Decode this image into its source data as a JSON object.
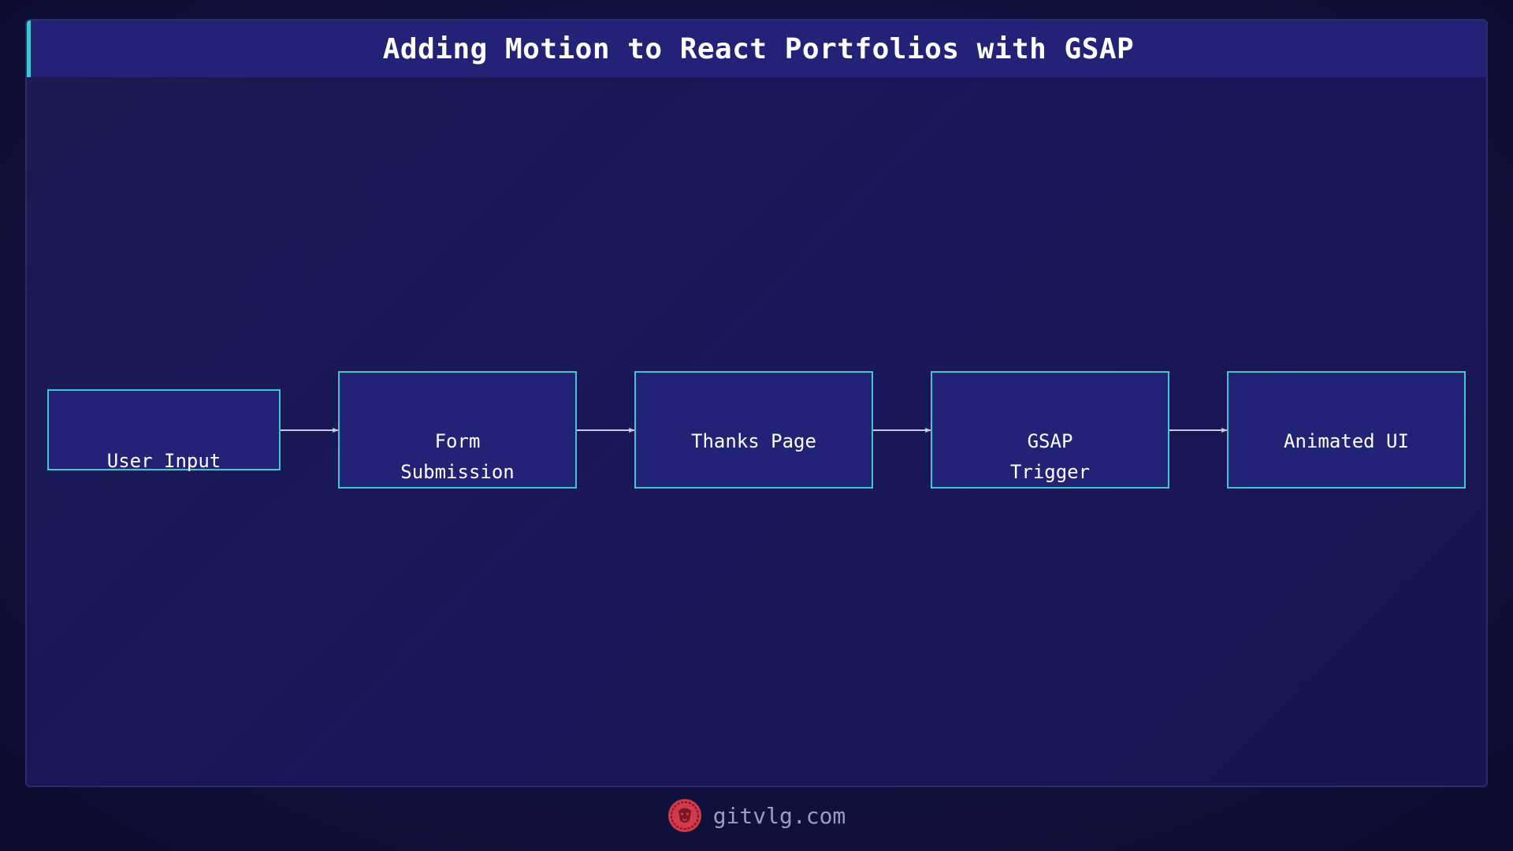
{
  "header": {
    "title": "Adding Motion to React Portfolios with GSAP"
  },
  "diagram": {
    "nodes": [
      {
        "id": "user-input",
        "label": "User Input"
      },
      {
        "id": "form-submission",
        "label": "Form\nSubmission"
      },
      {
        "id": "thanks-page",
        "label": "Thanks Page"
      },
      {
        "id": "gsap-trigger",
        "label": "GSAP\nTrigger"
      },
      {
        "id": "animated-ui",
        "label": "Animated UI"
      }
    ],
    "edges": [
      {
        "from": "user-input",
        "to": "form-submission"
      },
      {
        "from": "form-submission",
        "to": "thanks-page"
      },
      {
        "from": "thanks-page",
        "to": "gsap-trigger"
      },
      {
        "from": "gsap-trigger",
        "to": "animated-ui"
      }
    ]
  },
  "footer": {
    "site": "gitvlg.com",
    "logo_icon": "lion-logo-icon"
  },
  "colors": {
    "background": "#111140",
    "header_bg": "#222277",
    "accent": "#3fc8cf",
    "node_bg": "#222277",
    "arrow": "#c8c8dc",
    "logo": "#d13a4a"
  }
}
